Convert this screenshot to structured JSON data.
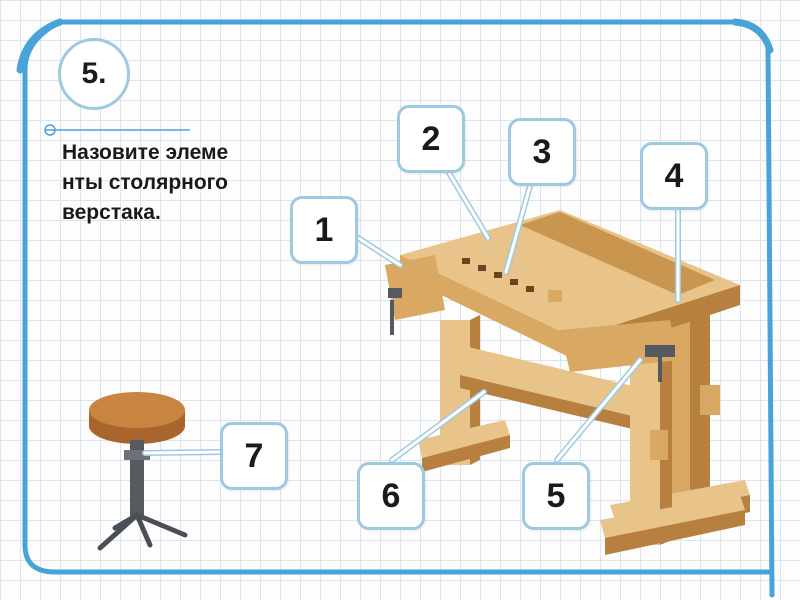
{
  "slide": {
    "number": "5.",
    "instruction": "Назовите элементы столярного верстака."
  },
  "labels": [
    "1",
    "2",
    "3",
    "4",
    "5",
    "6",
    "7"
  ],
  "colors": {
    "frame": "#4aa3d8",
    "callout_border": "#9ecadf",
    "wood_light": "#e8c48a",
    "wood_mid": "#d9a862",
    "wood_dark": "#b7803f",
    "stool_seat": "#c07a3c",
    "metal": "#555a60"
  }
}
